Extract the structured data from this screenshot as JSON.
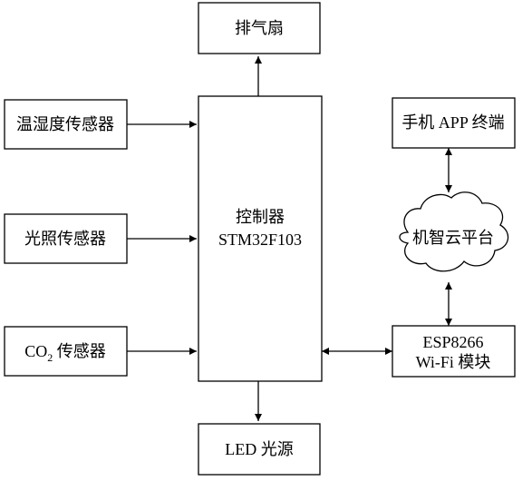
{
  "nodes": {
    "fan": "排气扇",
    "temp_humidity_sensor": "温湿度传感器",
    "light_sensor": "光照传感器",
    "co2_prefix": "CO",
    "co2_sub": "2",
    "co2_suffix": " 传感器",
    "controller_line1": "控制器",
    "controller_line2": "STM32F103",
    "app_terminal": "手机 APP 终端",
    "cloud_platform": "机智云平台",
    "wifi_line1": "ESP8266",
    "wifi_line2": "Wi-Fi 模块",
    "led": "LED 光源"
  },
  "colors": {
    "stroke": "#000000",
    "background": "#ffffff"
  }
}
